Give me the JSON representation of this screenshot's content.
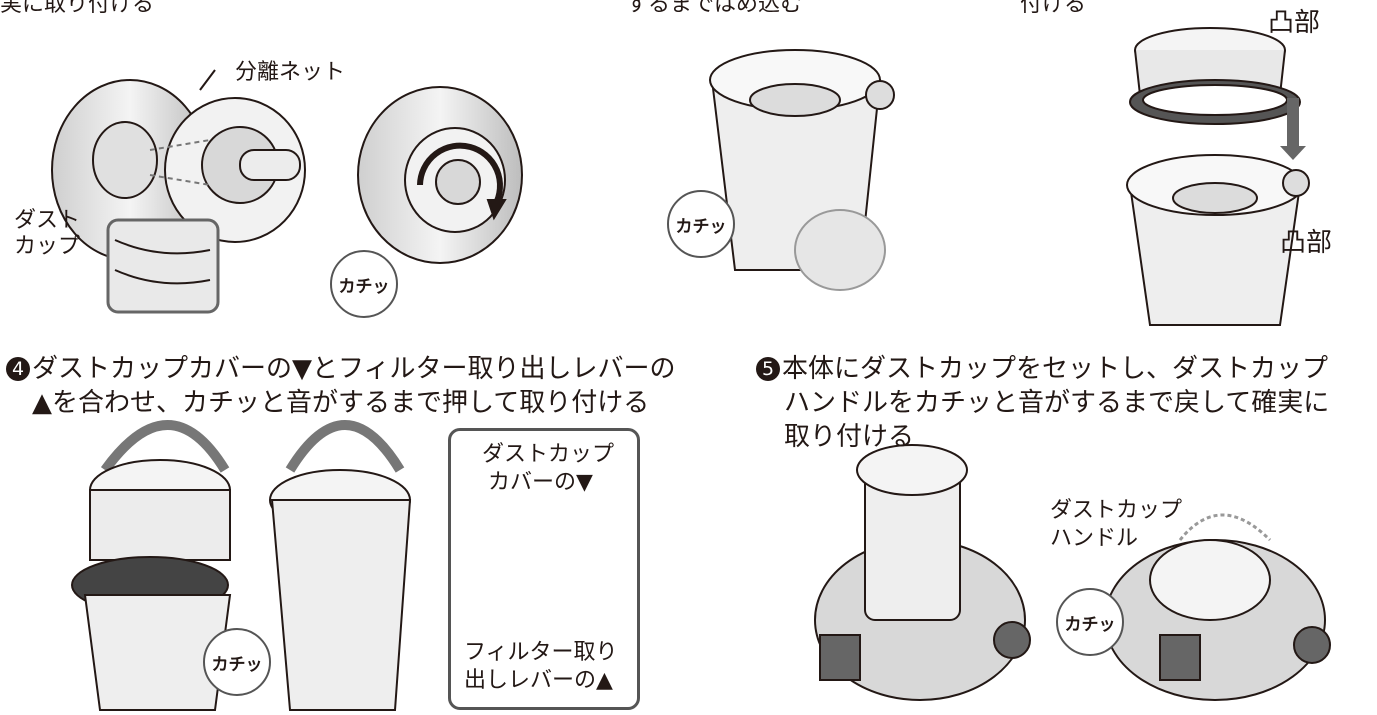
{
  "top_fragments": {
    "left": "実に取り付ける",
    "middle": "するまではめ込む",
    "right": "付ける"
  },
  "step3": {
    "label_top": "凸部",
    "label_bottom": "凸部"
  },
  "step2": {
    "separator_net": "分離ネット",
    "dust_cup_line1": "ダスト",
    "dust_cup_line2": "カップ",
    "click_sound": "カチッ"
  },
  "step_mid": {
    "click_sound": "カチッ"
  },
  "step4": {
    "number": "4",
    "line1": "ダストカップカバーの▼とフィルター取り出しレバーの",
    "line2": "▲を合わせ、カチッと音がするまで押して取り付ける",
    "callout_top_line1": "ダストカップ",
    "callout_top_line2": "カバーの▼",
    "callout_bottom_line1": "フィルター取り",
    "callout_bottom_line2": "出しレバーの▲",
    "click_sound": "カチッ"
  },
  "step5": {
    "number": "5",
    "line1": "本体にダストカップをセットし、ダストカップ",
    "line2": "ハンドルをカチッと音がするまで戻して確実に",
    "line3": "取り付ける",
    "handle_line1": "ダストカップ",
    "handle_line2": "ハンドル",
    "click_sound": "カチッ"
  }
}
